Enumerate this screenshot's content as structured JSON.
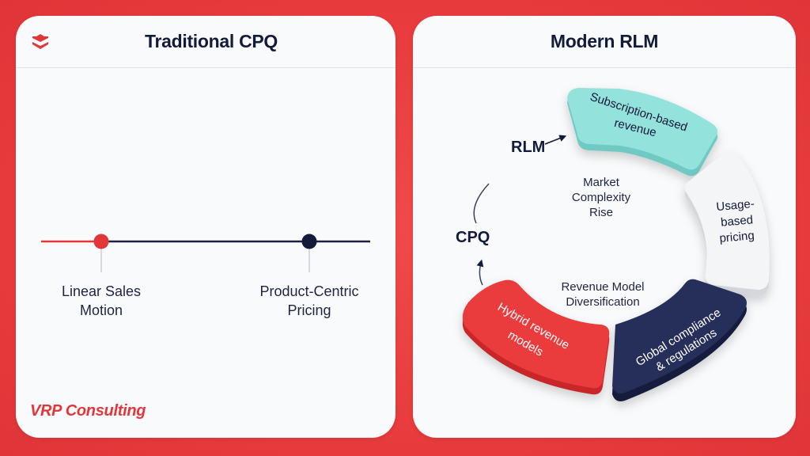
{
  "colors": {
    "background_red": "#e83c3e",
    "accent_red": "#e3363a",
    "navy": "#141a3a",
    "teal": "#8fe0da",
    "light_gray": "#eef0f3",
    "dark_navy_segment": "#262f5a"
  },
  "left_panel": {
    "logo_icon": "stacked-layers-icon",
    "title": "Traditional CPQ",
    "timeline": {
      "points": [
        {
          "label_line1": "Linear Sales",
          "label_line2": "Motion",
          "color": "#e3363a"
        },
        {
          "label_line1": "Product-Centric",
          "label_line2": "Pricing",
          "color": "#141a3a"
        }
      ]
    },
    "brand": "VRP Consulting"
  },
  "right_panel": {
    "title": "Modern RLM",
    "cycle": {
      "labels": {
        "rlm": "RLM",
        "cpq": "CPQ"
      },
      "center_labels": [
        {
          "line1": "Market",
          "line2": "Complexity",
          "line3": "Rise"
        },
        {
          "line1": "Revenue Model",
          "line2": "Diversification"
        }
      ],
      "segments": [
        {
          "line1": "Subscription-based",
          "line2": "revenue",
          "color": "#8fe0da",
          "text_color": "#141a3a"
        },
        {
          "line1": "Usage-",
          "line2": "based",
          "line3": "pricing",
          "color": "#f1f2f4",
          "text_color": "#141a3a"
        },
        {
          "line1": "Global compliance",
          "line2": "& regulations",
          "color": "#262f5a",
          "text_color": "#ffffff"
        },
        {
          "line1": "Hybrid revenue",
          "line2": "models",
          "color": "#e8393b",
          "text_color": "#ffffff"
        }
      ]
    }
  }
}
